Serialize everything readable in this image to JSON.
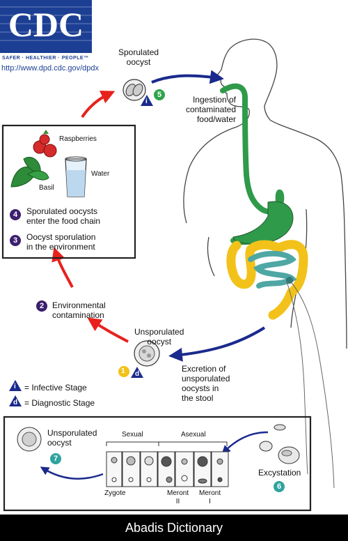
{
  "logo": {
    "letters": "CDC",
    "tagline": "SAFER · HEALTHIER · PEOPLE™"
  },
  "url": "http://www.dpd.cdc.gov/dpdx",
  "stages": {
    "sporulated_oocyst": "Sporulated\noocyst",
    "s5_num": "5",
    "s5_label": "Ingestion of\ncontaminated\nfood/water",
    "raspberries": "Raspberries",
    "water": "Water",
    "basil": "Basil",
    "s4_num": "4",
    "s4_label": "Sporulated oocysts\nenter the food chain",
    "s3_num": "3",
    "s3_label": "Oocyst sporulation\nin the environment",
    "s2_num": "2",
    "s2_label": "Environmental\ncontamination",
    "unsporulated_oocyst": "Unsporulated\noocyst",
    "s1_num": "1",
    "s1_label": "Excretion of\nunsporulated\noocysts in\nthe stool",
    "legend_i_letter": "i",
    "legend_d_letter": "d",
    "legend_infective": "= Infective Stage",
    "legend_diagnostic": "= Diagnostic Stage",
    "bottom_unsporulated": "Unsporulated\noocyst",
    "s7_num": "7",
    "sexual": "Sexual",
    "asexual": "Asexual",
    "zygote": "Zygote",
    "meront_ii": "Meront\nII",
    "meront_i": "Meront\nI",
    "excystation": "Excystation",
    "s6_num": "6"
  },
  "footer": "Abadis Dictionary",
  "colors": {
    "cdc_blue": "#1c3f94",
    "red_arrow": "#e8211d",
    "navy_arrow": "#1a2a8c",
    "gi_green": "#2f9a4a",
    "colon_yellow": "#f2c21a",
    "intestine_teal": "#4fa7a4"
  }
}
